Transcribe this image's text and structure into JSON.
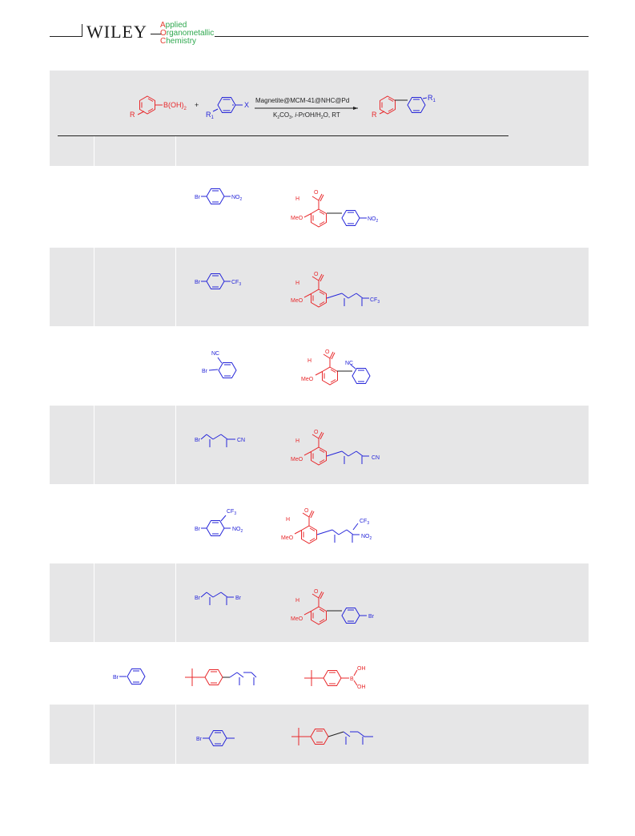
{
  "header": {
    "publisher": "WILEY",
    "journal_lines": [
      {
        "initial": "A",
        "rest": "pplied"
      },
      {
        "initial": "O",
        "rest": "rganometallic"
      },
      {
        "initial": "C",
        "rest": "hemistry"
      }
    ]
  },
  "scheme": {
    "boronic_acid_label": "B(OH)",
    "boronic_acid_sub": "2",
    "r_label": "R",
    "plus": "+",
    "r1_label": "R",
    "r1_sub": "1",
    "x_label": "X",
    "catalyst": "Magnetite@MCM-41@NHC@Pd",
    "conditions_k": "K",
    "conditions_2": "2",
    "conditions_co": "CO",
    "conditions_3": "3",
    "conditions_rest1": ", ",
    "conditions_ipr": "i",
    "conditions_rest2": "-PrOH/H",
    "conditions_h2": "2",
    "conditions_rest3": "O, RT",
    "product_r": "R",
    "product_r1": "R",
    "product_r1_sub": "1"
  },
  "rows": [
    {
      "halide": {
        "br": "Br",
        "sub": "NO",
        "sub2": "2"
      },
      "product": {
        "ald": "H",
        "o": "O",
        "meo": "MeO",
        "sub": "NO",
        "sub2": "2"
      }
    },
    {
      "halide": {
        "br": "Br",
        "sub": "CF",
        "sub2": "3"
      },
      "product": {
        "ald": "H",
        "o": "O",
        "meo": "MeO",
        "sub": "CF",
        "sub2": "3"
      }
    },
    {
      "halide": {
        "br": "Br",
        "nc": "NC"
      },
      "product": {
        "ald": "H",
        "o": "O",
        "meo": "MeO",
        "nc": "NC"
      }
    },
    {
      "halide": {
        "br": "Br",
        "sub": "CN"
      },
      "product": {
        "ald": "H",
        "o": "O",
        "meo": "MeO",
        "sub": "CN"
      }
    },
    {
      "halide": {
        "br": "Br",
        "cf": "CF",
        "cf_sub": "3",
        "sub": "NO",
        "sub2": "2"
      },
      "product": {
        "ald": "H",
        "o": "O",
        "meo": "MeO",
        "cf": "CF",
        "cf_sub": "3",
        "sub": "NO",
        "sub2": "2"
      }
    },
    {
      "halide": {
        "br": "Br",
        "br2": "Br"
      },
      "product": {
        "ald": "H",
        "o": "O",
        "meo": "MeO",
        "br": "Br"
      }
    },
    {
      "halide": {
        "br": "Br"
      },
      "boronic": {
        "oh1": "OH",
        "oh2": "OH",
        "b": "B"
      }
    },
    {
      "halide": {
        "br": "Br"
      }
    }
  ],
  "colors": {
    "reagent_red": "#e8282b",
    "reagent_blue": "#2626d9",
    "band_gray": "#e6e6e7"
  }
}
